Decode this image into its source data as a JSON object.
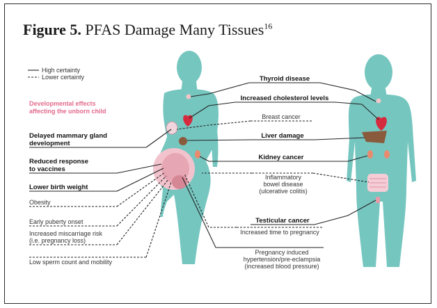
{
  "figure": {
    "label": "Figure 5.",
    "title": "PFAS Damage Many Tissues",
    "ref": "16"
  },
  "legend": {
    "high": "High certainty",
    "low": "Lower certainty",
    "dev_1": "Developmental effects",
    "dev_2": "affecting the unborn child"
  },
  "left_labels": {
    "mammary_1": "Delayed mammary gland",
    "mammary_2": "development",
    "vaccine_1": "Reduced response",
    "vaccine_2": "to vaccines",
    "birth_weight": "Lower birth weight",
    "obesity": "Obesity",
    "puberty": "Early puberty onset",
    "miscarriage_1": "Increased miscarriage risk",
    "miscarriage_2": "(i.e. pregnancy loss)",
    "sperm": "Low sperm count and mobility"
  },
  "center_labels": {
    "thyroid": "Thyroid disease",
    "cholesterol": "Increased cholesterol levels",
    "breast": "Breast cancer",
    "liver": "Liver damage",
    "kidney": "Kidney cancer",
    "ibd_1": "Inflammatory",
    "ibd_2": "bowel disease",
    "ibd_3": "(ulcerative colitis)",
    "testicular": "Testicular cancer",
    "time_preg": "Increased time to pregnancy",
    "hyper_1": "Pregnancy induced",
    "hyper_2": "hypertension/pre-eclampsia",
    "hyper_3": "(increased blood pressure)"
  },
  "colors": {
    "body": "#76c6c0",
    "heart": "#d62b3f",
    "liver": "#8a5a3c",
    "kidney": "#e98a6f",
    "accent_pink": "#e36a8c"
  }
}
